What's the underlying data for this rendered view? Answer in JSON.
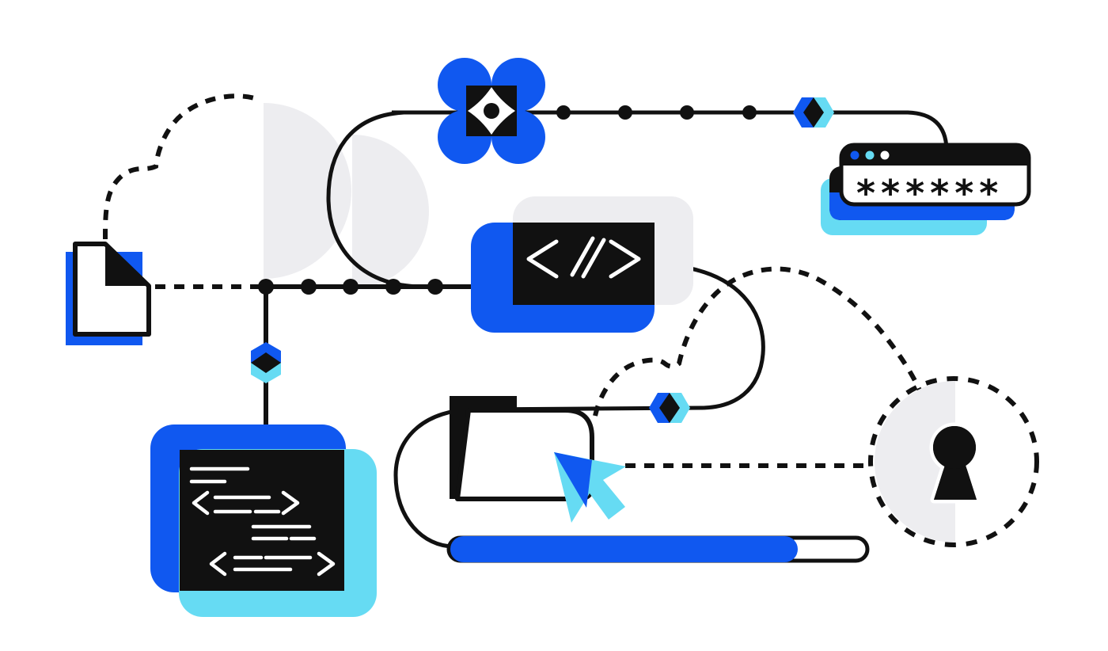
{
  "colors": {
    "blue": "#1058f0",
    "cyan": "#66dbf3",
    "gray": "#ededf0",
    "black": "#111111",
    "white": "#ffffff"
  },
  "password_window": {
    "masked_text": "******",
    "traffic_lights": [
      "blue",
      "cyan",
      "white"
    ]
  },
  "progress_bar": {
    "fill_percent": 82
  },
  "elements": {
    "cloud_left": "dashed cloud outline with gray half-circles",
    "document_file": "page with folded corner and blue shadow",
    "flower_node": "blue four-petal node with black square core and sparkle",
    "password_window_label": "window with masked password and stacked blue/cyan layers",
    "code_tag_block": "black code tag panel on blue and gray rounded blocks",
    "code_editor_block": "black editor panel with white code lines on blue and cyan blocks",
    "folder": "open folder with black tab",
    "cursor_arrow": "cyan mouse cursor with blue facet",
    "gem_nodes": "three blue/cyan hexagon gems with black diamond cores",
    "keyhole_lock": "keyhole on gray half-circle inside dashed circle",
    "progress_bar_label": "blue progress pill in outlined track",
    "connectors": "solid lines with junction dots and dashed paths"
  }
}
